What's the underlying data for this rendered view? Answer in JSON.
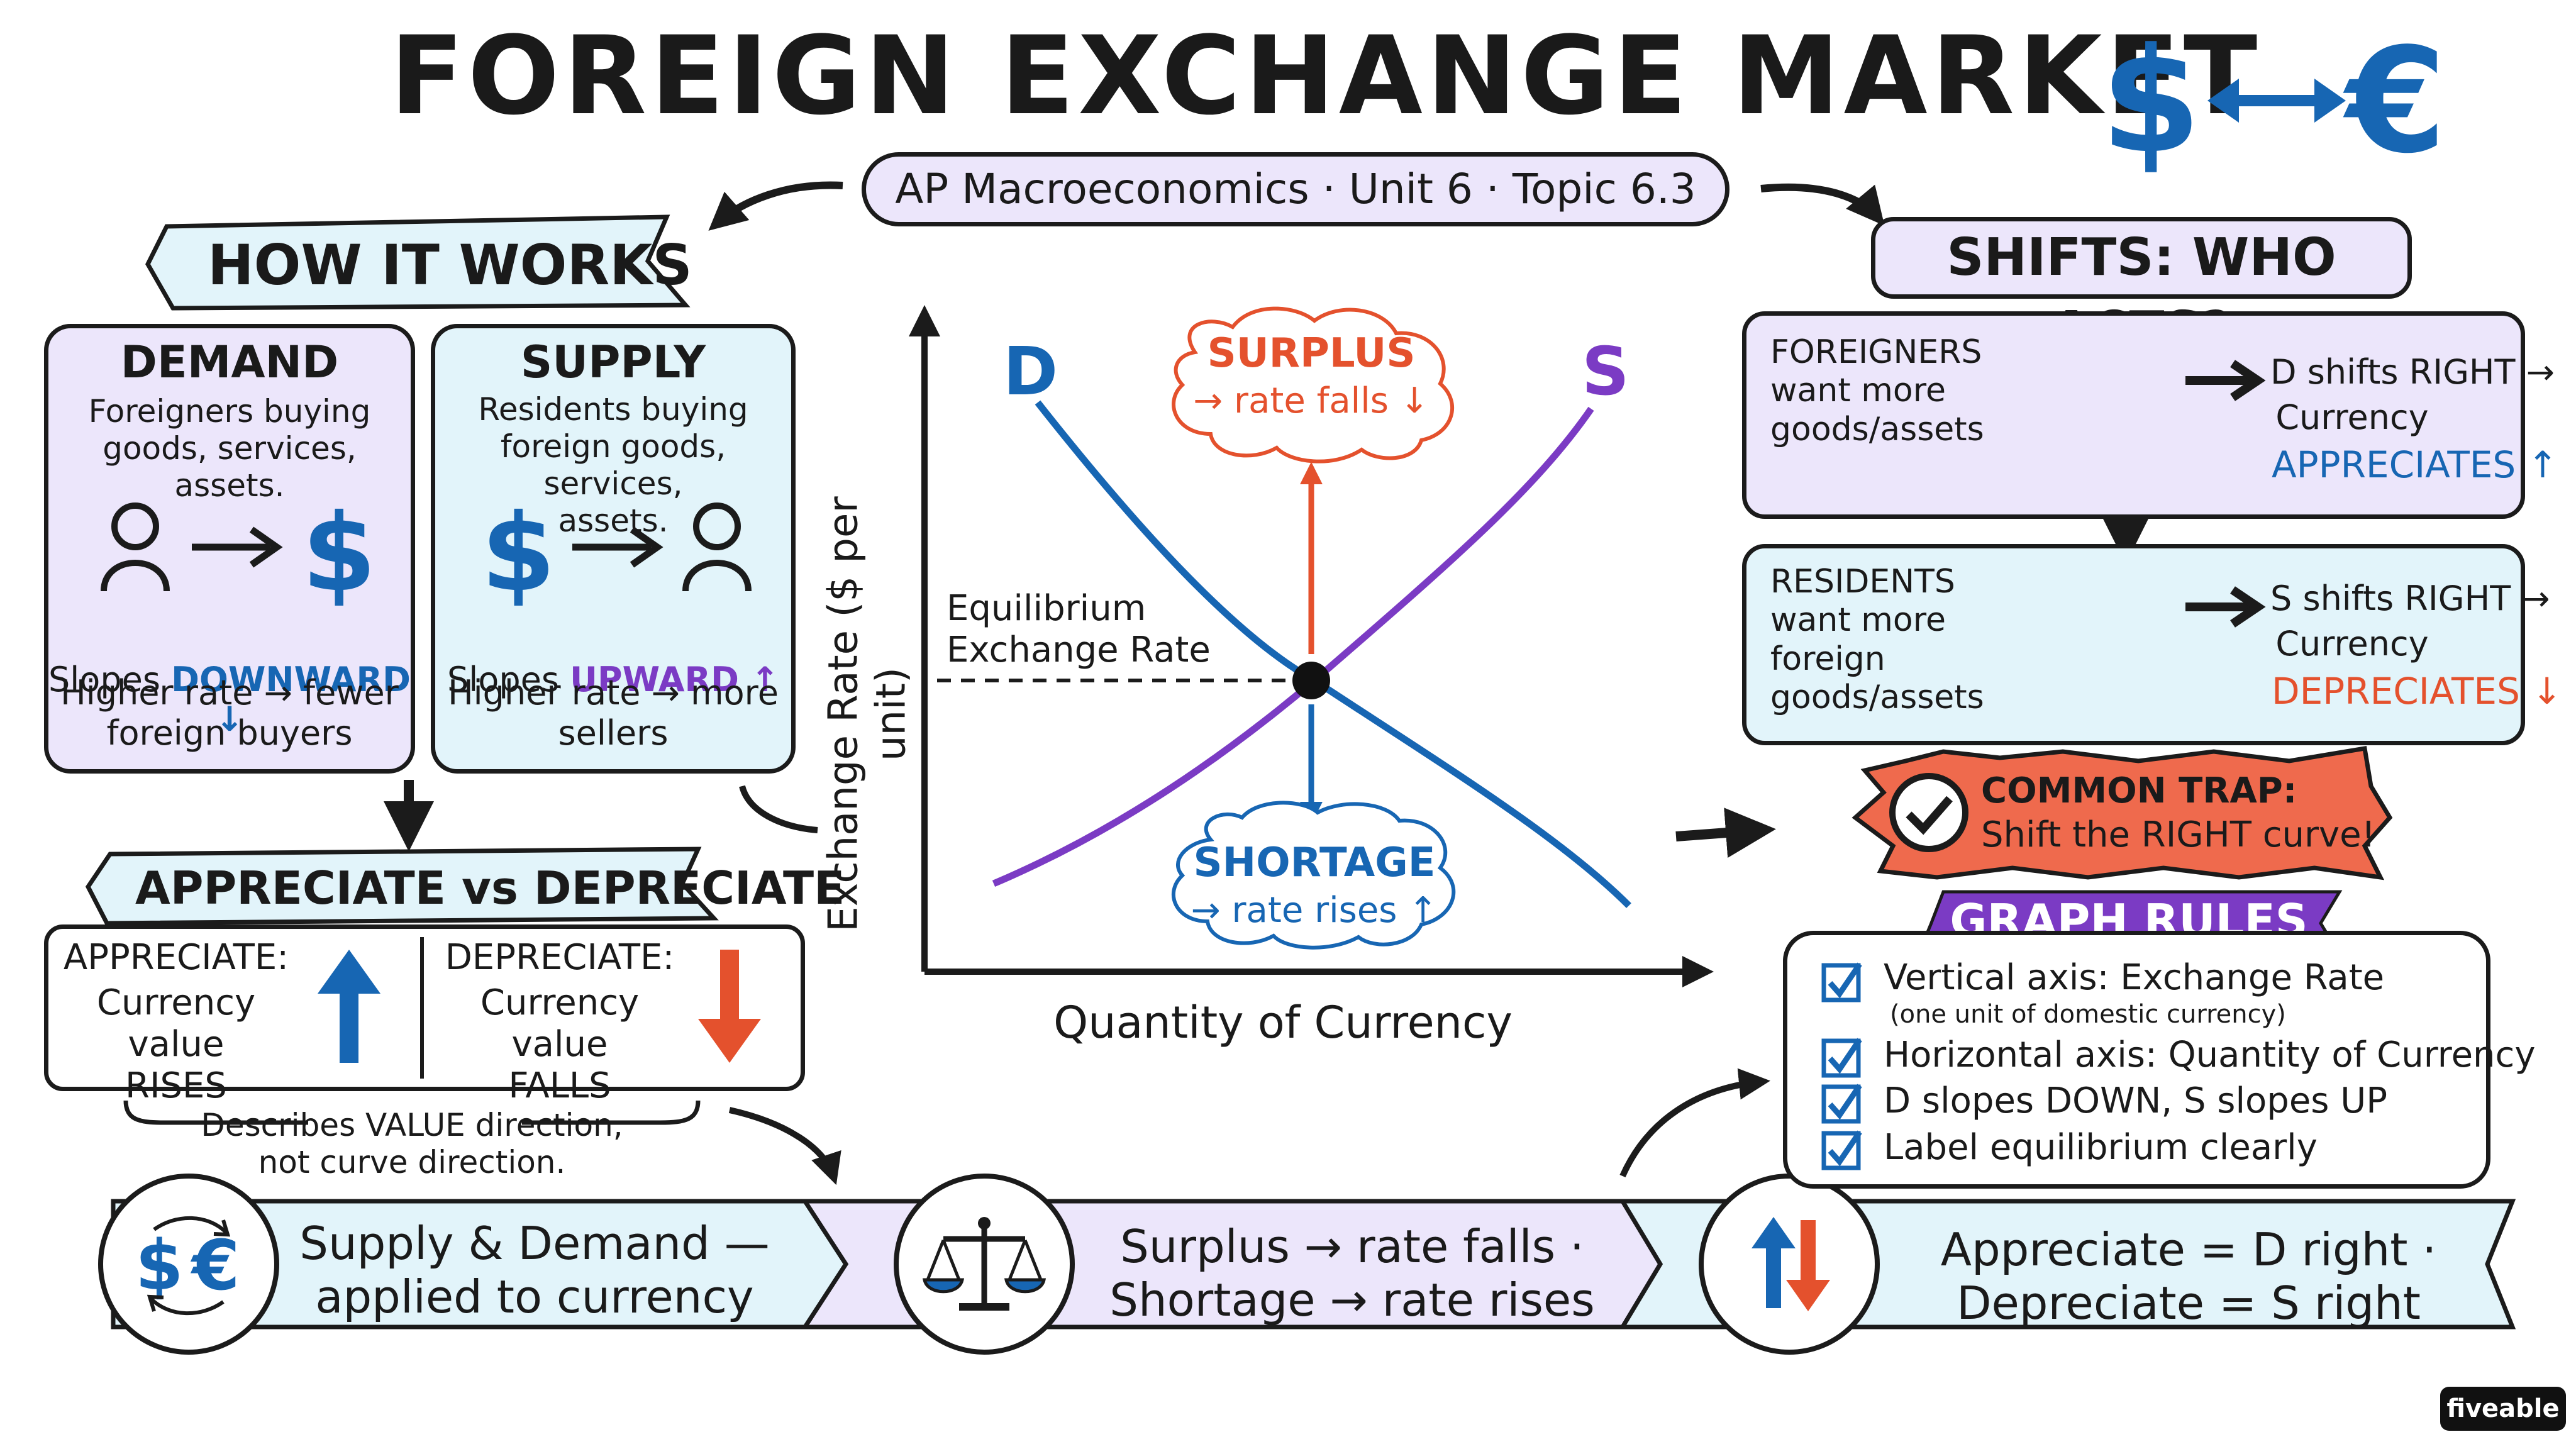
{
  "title": "FOREIGN EXCHANGE MARKET",
  "subtitle": "AP Macroeconomics · Unit 6 · Topic 6.3",
  "colors": {
    "blue": "#1766b3",
    "purple": "#7b3bc4",
    "red": "#e4512d",
    "lavender": "#ece6fb",
    "sky": "#e2f4fa",
    "trap": "#ef6a4d"
  },
  "how_it_works": {
    "banner": "HOW IT WORKS",
    "demand": {
      "title": "DEMAND",
      "desc": "Foreigners buying\ngoods, services, assets.",
      "slope_prefix": "Slopes ",
      "slope_value": "DOWNWARD ↓",
      "note": "Higher rate → fewer\nforeign buyers",
      "icons": [
        "person-icon",
        "arrow-right-icon",
        "dollar-icon"
      ]
    },
    "supply": {
      "title": "SUPPLY",
      "desc": "Residents buying\nforeign goods, services,\nassets.",
      "slope_prefix": "Slopes ",
      "slope_value": "UPWARD ↑",
      "note": "Higher rate → more\nsellers",
      "icons": [
        "dollar-icon",
        "arrow-right-icon",
        "person-icon"
      ]
    }
  },
  "appreciate_depreciate": {
    "banner": "APPRECIATE vs DEPRECIATE",
    "appreciate": {
      "title": "APPRECIATE:",
      "desc": "Currency value\nRISES"
    },
    "depreciate": {
      "title": "DEPRECIATE:",
      "desc": "Currency value\nFALLS"
    },
    "note": "Describes VALUE direction,\nnot curve direction."
  },
  "graph": {
    "y_label": "Exchange Rate ($ per unit)",
    "x_label": "Quantity of Currency",
    "d_label": "D",
    "s_label": "S",
    "equilibrium_label": "Equilibrium\nExchange Rate",
    "surplus_title": "SURPLUS",
    "surplus_desc": "→ rate falls ↓",
    "shortage_title": "SHORTAGE",
    "shortage_desc": "→ rate rises ↑"
  },
  "chart_data": {
    "type": "line",
    "series": [
      {
        "name": "D",
        "x": [
          0.1,
          0.5,
          0.95
        ],
        "y": [
          0.92,
          0.5,
          0.12
        ]
      },
      {
        "name": "S",
        "x": [
          0.08,
          0.5,
          0.92
        ],
        "y": [
          0.12,
          0.5,
          0.95
        ]
      }
    ],
    "xlabel": "Quantity of Currency",
    "ylabel": "Exchange Rate ($ per unit)",
    "annotations": [
      "Equilibrium\nExchange Rate",
      "SURPLUS → rate falls ↓",
      "SHORTAGE → rate rises ↑"
    ],
    "grid": false
  },
  "shifts": {
    "banner": "SHIFTS: WHO ACTS?",
    "foreigners": {
      "actor": "FOREIGNERS\nwant more\ngoods/assets",
      "line1": "D shifts RIGHT →",
      "line2": "Currency",
      "result": "APPRECIATES ↑"
    },
    "residents": {
      "actor": "RESIDENTS\nwant more\nforeign\ngoods/assets",
      "line1": "S shifts RIGHT →",
      "line2": "Currency",
      "result": "DEPRECIATES ↓"
    }
  },
  "trap": {
    "title": "COMMON TRAP:",
    "desc": "Shift the RIGHT curve!"
  },
  "graph_rules": {
    "banner": "GRAPH RULES",
    "items": [
      {
        "text": "Vertical axis: Exchange Rate",
        "sub": "(one unit of domestic currency)"
      },
      {
        "text": "Horizontal axis: Quantity of Currency",
        "sub": ""
      },
      {
        "text": "D slopes DOWN, S slopes UP",
        "sub": ""
      },
      {
        "text": "Label equilibrium clearly",
        "sub": ""
      }
    ]
  },
  "summary": [
    {
      "icon": "currency-exchange-icon",
      "text": "Supply & Demand —\napplied to currency"
    },
    {
      "icon": "scale-icon",
      "text": "Surplus → rate falls ·\nShortage → rate rises"
    },
    {
      "icon": "up-down-arrows-icon",
      "text": "Appreciate = D right ·\nDepreciate = S right"
    }
  ],
  "header_icon": "dollar-euro-exchange-icon",
  "brand": "fiveable"
}
